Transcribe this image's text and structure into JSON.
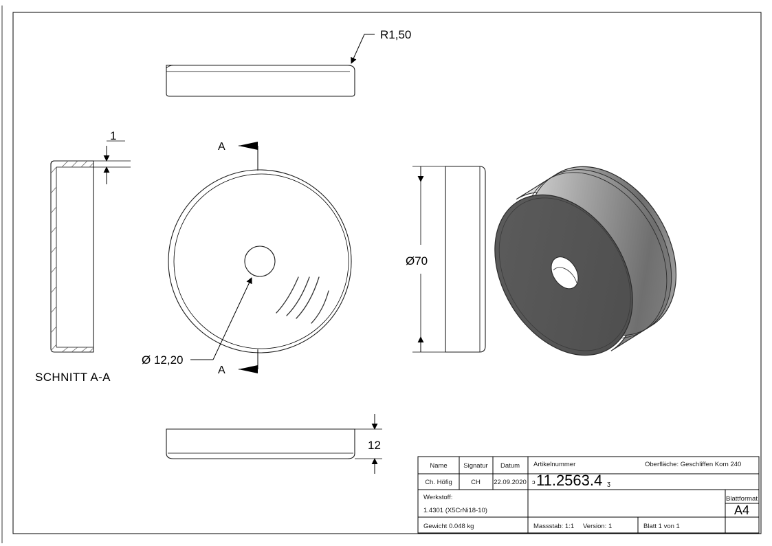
{
  "document": {
    "type": "technical-drawing",
    "sheet_format": "A4",
    "orientation": "landscape"
  },
  "dimensions": {
    "corner_radius": "R1,50",
    "section_thickness": "1",
    "bore_diameter": "Ø 12,20",
    "outer_diameter": "Ø70",
    "height": "12"
  },
  "views": {
    "section_label": "SCHNITT A-A",
    "section_letter_top": "A",
    "section_letter_bottom": "A"
  },
  "title_block": {
    "headers": {
      "name": "Name",
      "signatur": "Signatur",
      "datum": "Datum",
      "artikelnummer": "Artikelnummer",
      "werkstoff": "Werkstoff:",
      "blattformat": "Blattformat"
    },
    "values": {
      "name": "Ch. Höfig",
      "signatur": "CH",
      "datum": "22.09.2020",
      "artikelnummer": "11.2563.4",
      "artikelnummer_prefix": "ɔ",
      "artikelnummer_suffix": "ʒ",
      "oberflaeche": "Oberfläche:  Geschliffen Korn 240",
      "werkstoff_value": "1.4301 (X5CrNi18-10)",
      "gewicht": "Gewicht 0.048 kg",
      "massstab": "Massstab: 1:1",
      "version": "Version: 1",
      "blatt": "Blatt 1 von 1",
      "blattformat_value": "A4"
    }
  },
  "colors": {
    "line": "#000000",
    "hatch": "#555555",
    "model_face": "#565656",
    "model_rim_light": "#d8d8d8",
    "model_rim_dark": "#6a6a6a",
    "background": "#ffffff"
  }
}
